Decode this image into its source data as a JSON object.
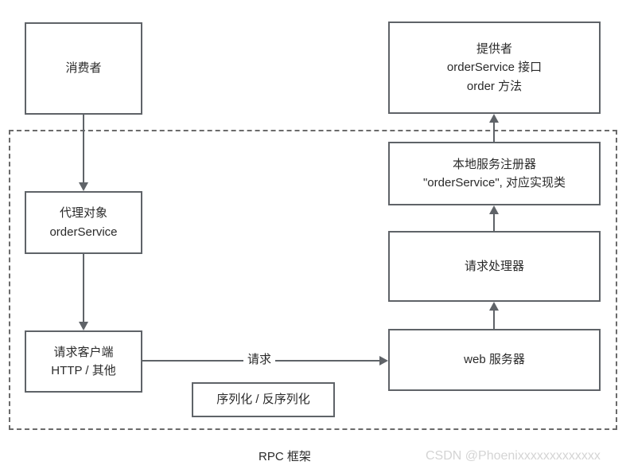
{
  "diagram": {
    "title": "RPC 框架",
    "boundary_label": "RPC 框架",
    "watermark": "CSDN @Phoenixxxxxxxxxxxxx",
    "colors": {
      "stroke": "#5f6368",
      "boundary_stroke": "#6b6b6b",
      "text": "#2a2a2a",
      "background": "#ffffff",
      "watermark": "#d4d4d4"
    },
    "nodes": {
      "consumer": {
        "lines": [
          "消费者"
        ]
      },
      "provider": {
        "lines": [
          "提供者",
          "orderService 接口",
          "order 方法"
        ]
      },
      "proxy": {
        "lines": [
          "代理对象",
          "orderService"
        ]
      },
      "client": {
        "lines": [
          "请求客户端",
          "HTTP / 其他"
        ]
      },
      "registry": {
        "lines": [
          "本地服务注册器",
          "\"orderService\", 对应实现类"
        ]
      },
      "handler": {
        "lines": [
          "请求处理器"
        ]
      },
      "webserver": {
        "lines": [
          "web 服务器"
        ]
      },
      "serialization": {
        "lines": [
          "序列化 / 反序列化"
        ]
      }
    },
    "edges": {
      "consumer_to_proxy": {
        "label": ""
      },
      "proxy_to_client": {
        "label": ""
      },
      "client_to_webserver": {
        "label": "请求"
      },
      "webserver_to_handler": {
        "label": ""
      },
      "handler_to_registry": {
        "label": ""
      },
      "registry_to_provider": {
        "label": ""
      }
    }
  }
}
